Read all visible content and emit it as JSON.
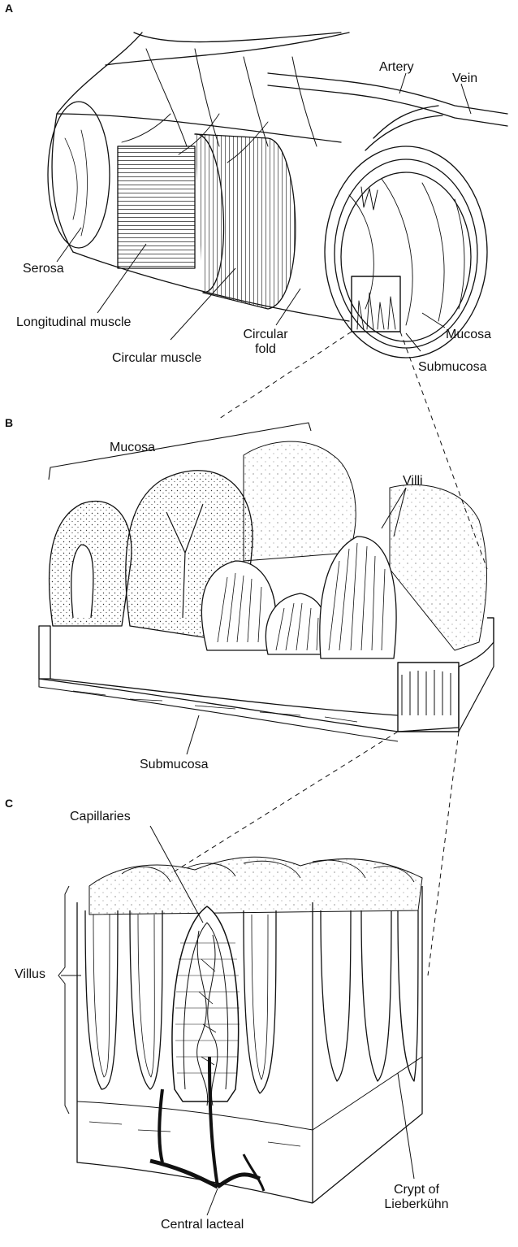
{
  "panels": [
    {
      "letter": "A",
      "labels": {
        "artery": "Artery",
        "vein": "Vein",
        "serosa": "Serosa",
        "longitudinal_muscle": "Longitudinal muscle",
        "circular_muscle": "Circular muscle",
        "circular_fold_line1": "Circular",
        "circular_fold_line2": "fold",
        "mucosa": "Mucosa",
        "submucosa": "Submucosa"
      }
    },
    {
      "letter": "B",
      "labels": {
        "mucosa": "Mucosa",
        "villi": "Villi",
        "submucosa": "Submucosa"
      }
    },
    {
      "letter": "C",
      "labels": {
        "capillaries": "Capillaries",
        "villus": "Villus",
        "crypt_line1": "Crypt of",
        "crypt_line2": "Lieberkühn",
        "central_lacteal": "Central lacteal"
      }
    }
  ]
}
